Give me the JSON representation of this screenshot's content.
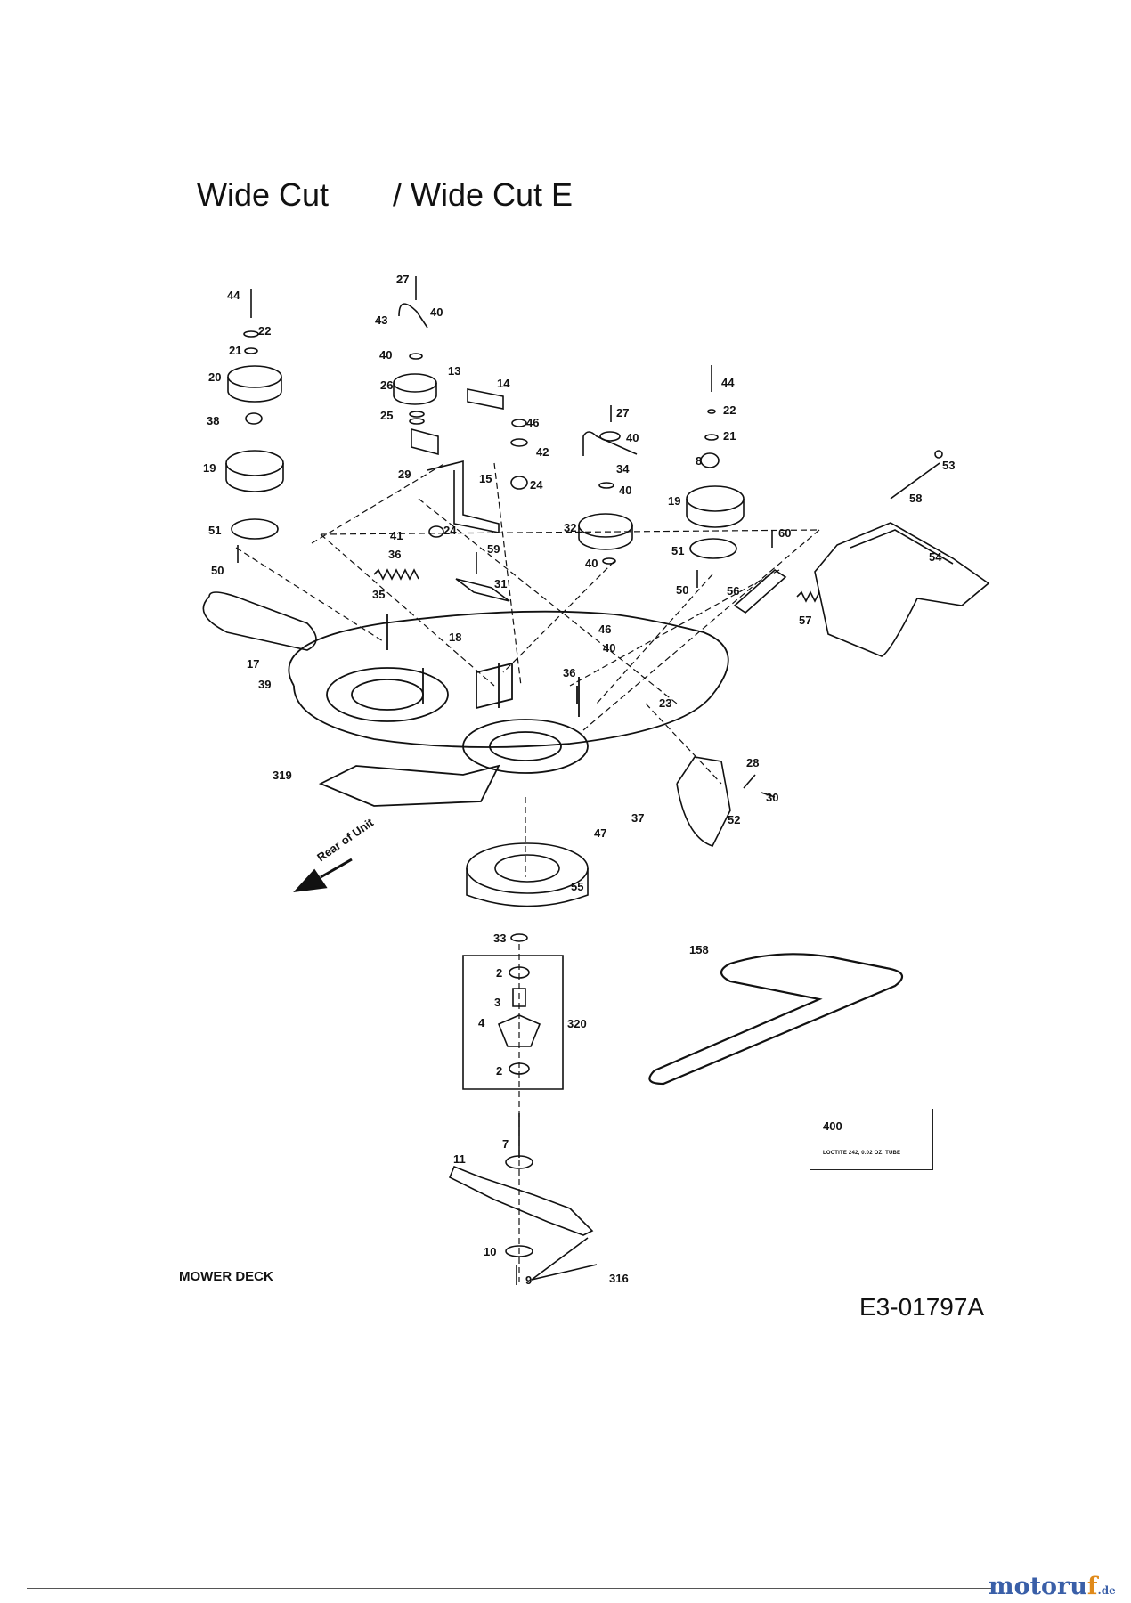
{
  "header": {
    "title_left": "Wide Cut",
    "title_right": "/ Wide Cut E"
  },
  "section_label": "MOWER DECK",
  "diagram_code": "E3-01797A",
  "direction_label": "Rear of Unit",
  "compound_box": {
    "number": "400",
    "text": "LOCTITE 242, 0.02 OZ. TUBE"
  },
  "brand": {
    "name_a": "motoru",
    "name_f": "f",
    "suffix": ".de"
  },
  "part_labels": {
    "p2a": "2",
    "p2b": "2",
    "p3": "3",
    "p4": "4",
    "p7": "7",
    "p8": "8",
    "p9": "9",
    "p10": "10",
    "p11": "11",
    "p13": "13",
    "p14": "14",
    "p15": "15",
    "p17": "17",
    "p18": "18",
    "p19a": "19",
    "p19b": "19",
    "p20": "20",
    "p21a": "21",
    "p21b": "21",
    "p22a": "22",
    "p22b": "22",
    "p23": "23",
    "p24a": "24",
    "p24b": "24",
    "p25": "25",
    "p26": "26",
    "p27a": "27",
    "p27b": "27",
    "p28": "28",
    "p29": "29",
    "p30": "30",
    "p31": "31",
    "p32": "32",
    "p33": "33",
    "p34": "34",
    "p35": "35",
    "p36a": "36",
    "p36b": "36",
    "p37": "37",
    "p38": "38",
    "p39": "39",
    "p40a": "40",
    "p40b": "40",
    "p40c": "40",
    "p40d": "40",
    "p40e": "40",
    "p40f": "40",
    "p41": "41",
    "p42": "42",
    "p43": "43",
    "p44a": "44",
    "p44b": "44",
    "p46a": "46",
    "p46b": "46",
    "p47": "47",
    "p50a": "50",
    "p50b": "50",
    "p51a": "51",
    "p51b": "51",
    "p52": "52",
    "p53": "53",
    "p54": "54",
    "p55": "55",
    "p56": "56",
    "p57": "57",
    "p58": "58",
    "p59": "59",
    "p60": "60",
    "p158": "158",
    "p316": "316",
    "p319": "319",
    "p320": "320"
  }
}
